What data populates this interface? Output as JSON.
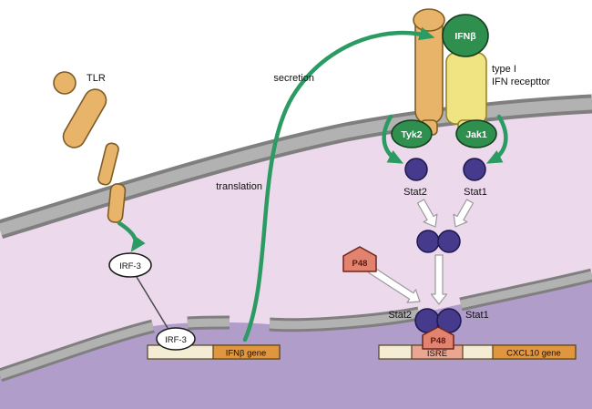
{
  "diagram": {
    "extracellular": {
      "tlr": "TLR",
      "ifnb": "IFNβ",
      "receptor_line1": "type I",
      "receptor_line2": "IFN recepttor"
    },
    "process_labels": {
      "secretion": "secretion",
      "translation": "translation"
    },
    "cytoplasm": {
      "tyk2": "Tyk2",
      "jak1": "Jak1",
      "stat2": "Stat2",
      "stat1": "Stat1",
      "irf3": "IRF-3",
      "p48": "P48"
    },
    "nucleus": {
      "irf3": "IRF-3",
      "ifnb_gene": "IFNβ gene",
      "stat2": "Stat2",
      "stat1": "Stat1",
      "p48": "P48",
      "isre": "ISRE",
      "cxcl10_gene": "CXCL10 gene"
    },
    "colors": {
      "outside": "#ffffff",
      "cytoplasm": "#ecd9eb",
      "nucleus": "#b09dc9",
      "membrane_outer": "#7f7f7f",
      "membrane_inner": "#b2b2b2",
      "receptor_tan": "#e7b469",
      "receptor_tan_stroke": "#7d5c28",
      "receptor_yellow": "#f0e382",
      "receptor_yellow_stroke": "#94852e",
      "kinase_green": "#2f8f4e",
      "kinase_green_stroke": "#153f1f",
      "stat_purple": "#453a8b",
      "stat_purple_stroke": "#1f1850",
      "arrow_green": "#2b9b63",
      "arrow_white_stroke": "#9a9a9a",
      "p48_fill": "#e2836f",
      "p48_stroke": "#70241a",
      "p48_text": "#5e1a10",
      "dna_fill": "#f5ecd4",
      "dna_stroke": "#55431f",
      "gene_orange": "#e0953f",
      "isre_pink": "#eba693",
      "irf3_fill": "#ffffff",
      "irf3_stroke": "#1a1a1a",
      "text": "#111111"
    }
  }
}
